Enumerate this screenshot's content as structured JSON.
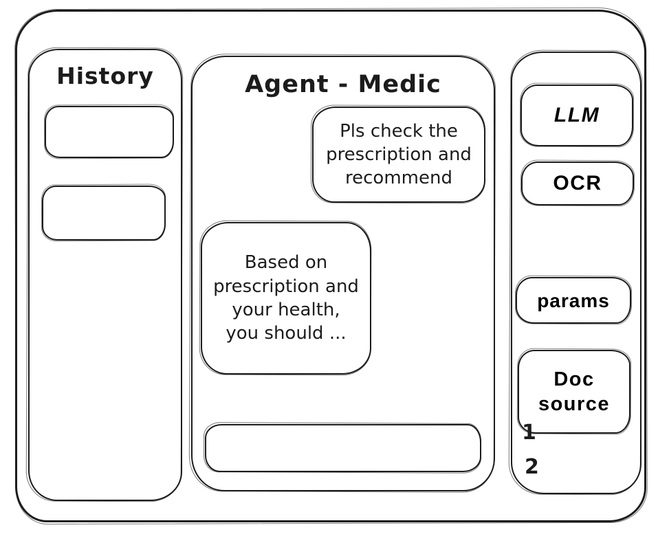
{
  "window": {
    "ink_color": "#1c1c1c",
    "background_color": "#ffffff"
  },
  "history_panel": {
    "title": "History",
    "items": [
      {
        "label": ""
      },
      {
        "label": ""
      }
    ]
  },
  "chat_panel": {
    "title": "Agent - Medic",
    "messages": [
      {
        "role": "user",
        "text": "Pls check the prescription and recommend"
      },
      {
        "role": "assistant",
        "text": "Based on prescription and your health, you should ..."
      }
    ],
    "composer": {
      "value": "",
      "placeholder": ""
    }
  },
  "tools_panel": {
    "buttons": [
      {
        "label": "LLM"
      },
      {
        "label": "OCR"
      },
      {
        "label": "params"
      },
      {
        "label": "Doc source"
      }
    ],
    "doc_sources": [
      {
        "label": "1"
      },
      {
        "label": "2"
      }
    ]
  }
}
